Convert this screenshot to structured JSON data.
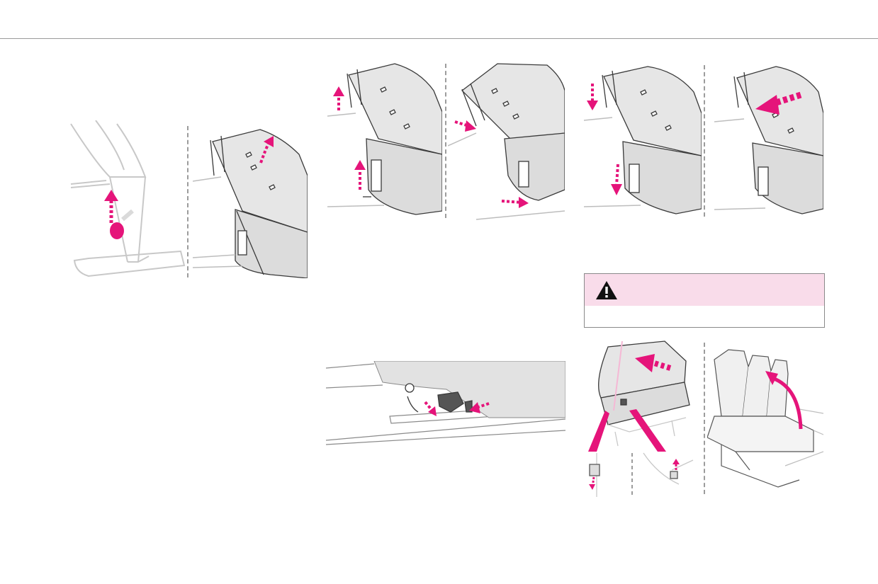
{
  "page": {
    "background": "#ffffff",
    "rule_color": "#9a9a9a"
  },
  "colors": {
    "accent_magenta": "#e5147a",
    "seat_fill": "#e6e6e6",
    "seat_stroke": "#3a3a3a",
    "frame_stroke": "#c8c8c8",
    "warning_band": "#f9dcea",
    "warning_border": "#8a8a8a"
  },
  "warning": {
    "icon": "warning-triangle-icon",
    "text": ""
  },
  "figures": [
    {
      "id": "lever-release",
      "icon": "up-arrow-icon"
    },
    {
      "id": "seat-tilt-forward",
      "icon": "curved-arrow-icon"
    },
    {
      "id": "rear-latch-raise",
      "icon": "up-arrow-icon"
    },
    {
      "id": "seat-hooks-engage",
      "icon": "right-arrow-icon"
    },
    {
      "id": "seat-lower",
      "icon": "down-arrow-icon"
    },
    {
      "id": "seat-push-back",
      "icon": "left-arrow-icon"
    },
    {
      "id": "floor-anchor-close-up",
      "icon": "converging-arrows-icon"
    },
    {
      "id": "backrest-fold-detail",
      "icon": "left-arrow-icon"
    },
    {
      "id": "bench-raise",
      "icon": "curved-arrow-icon"
    }
  ]
}
